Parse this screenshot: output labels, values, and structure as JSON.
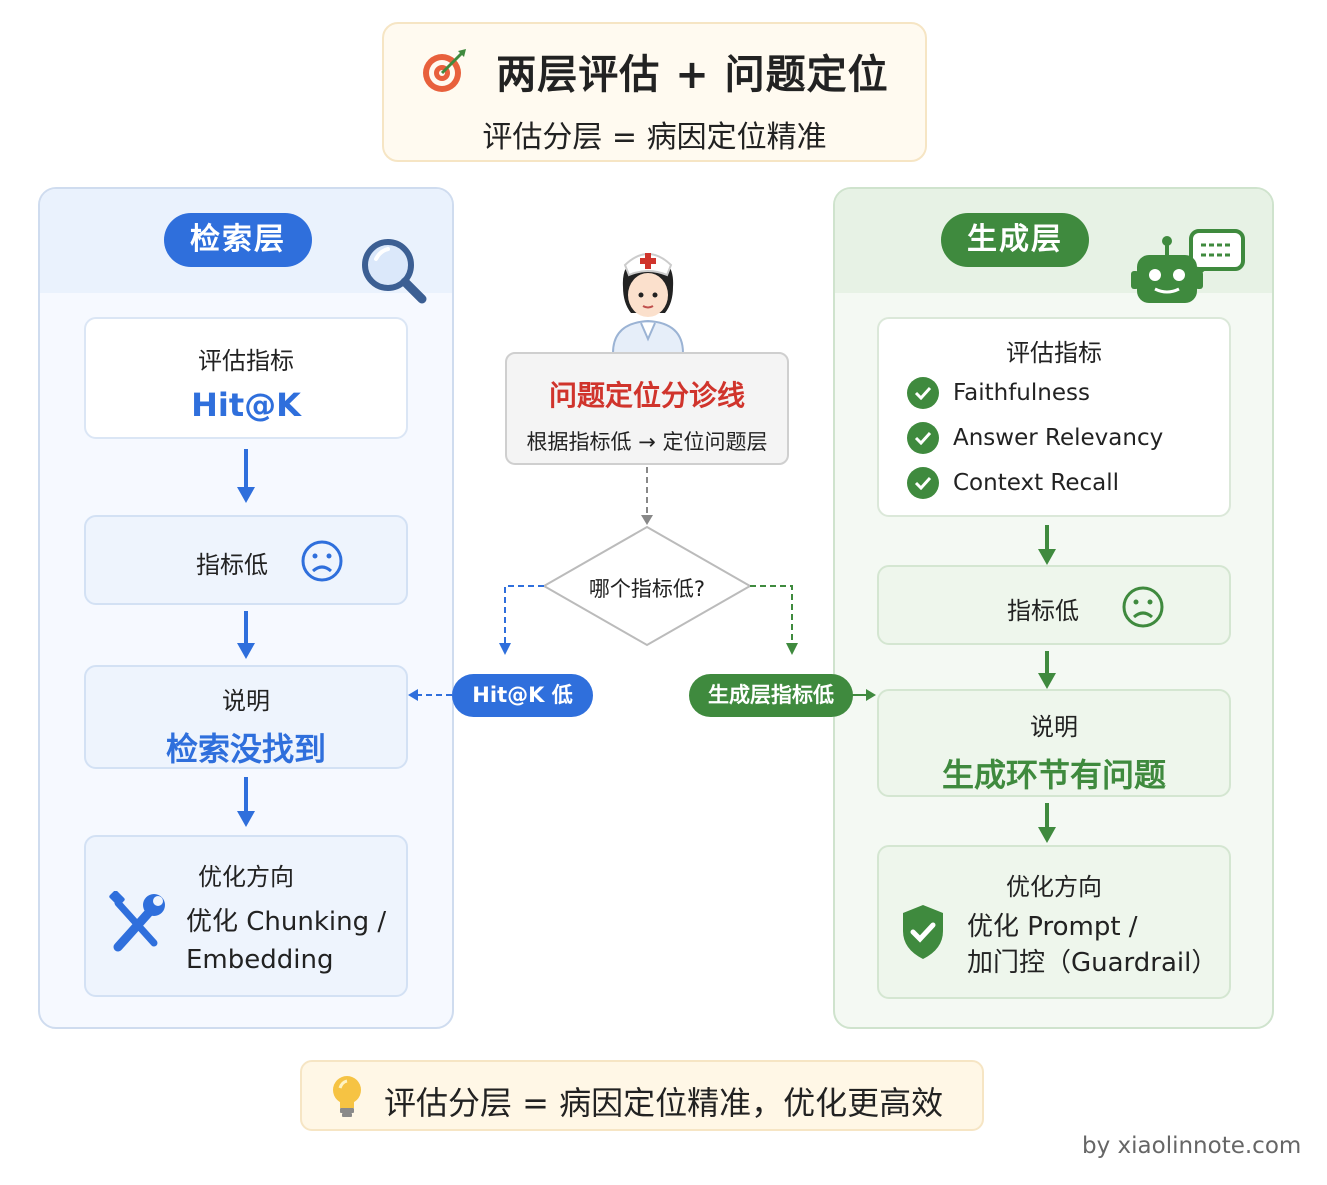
{
  "header": {
    "icon": "target-icon",
    "title": "两层评估 + 问题定位",
    "subtitle": "评估分层 = 病因定位精准"
  },
  "retrieval": {
    "layer_label": "检索层",
    "icon": "magnifier-icon",
    "metric_heading": "评估指标",
    "metric": "Hit@K",
    "low_label": "指标低",
    "explain_heading": "说明",
    "explain_text": "检索没找到",
    "optimize_heading": "优化方向",
    "optimize_line1": "优化 Chunking /",
    "optimize_line2": "Embedding",
    "optimize_icon": "wrench-screwdriver-icon"
  },
  "generation": {
    "layer_label": "生成层",
    "icon": "robot-chat-icon",
    "metric_heading": "评估指标",
    "metrics": [
      "Faithfulness",
      "Answer Relevancy",
      "Context Recall"
    ],
    "low_label": "指标低",
    "explain_heading": "说明",
    "explain_text": "生成环节有问题",
    "optimize_heading": "优化方向",
    "optimize_line1": "优化 Prompt /",
    "optimize_line2": "加门控（Guardrail）",
    "optimize_icon": "shield-check-icon"
  },
  "center": {
    "doctor_icon": "nurse-icon",
    "diag_title": "问题定位分诊线",
    "diag_sub": "根据指标低 → 定位问题层",
    "decision": "哪个指标低?",
    "left_tag": "Hit@K 低",
    "right_tag": "生成层指标低"
  },
  "footer": {
    "icon": "lightbulb-icon",
    "text": "评估分层 = 病因定位精准，优化更高效"
  },
  "credit": "by xiaolinnote.com",
  "colors": {
    "blue": "#2f6fdc",
    "green": "#3f8a3e",
    "red": "#d0342c"
  }
}
